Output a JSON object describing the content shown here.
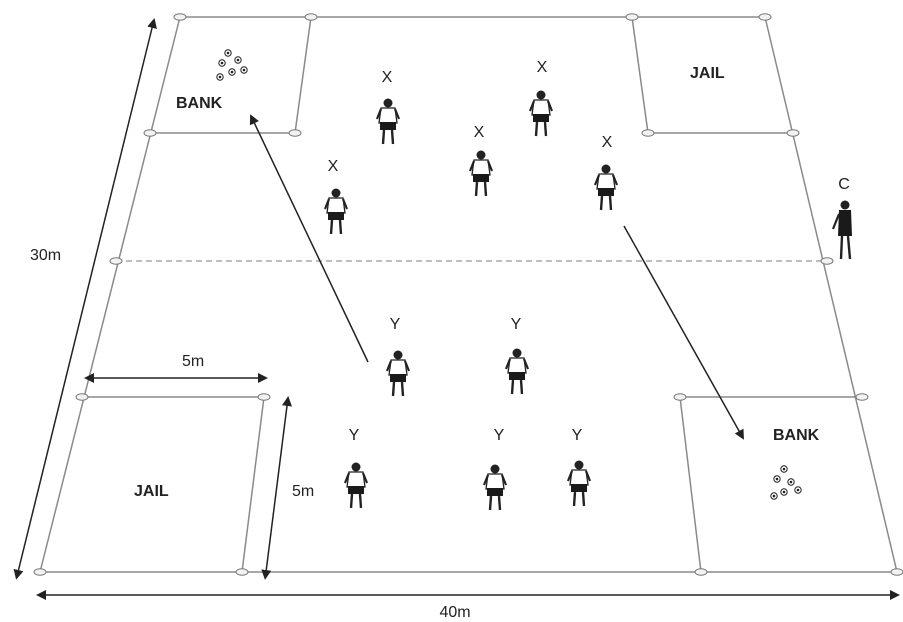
{
  "zones": {
    "bank_top_left": "BANK",
    "jail_top_right": "JAIL",
    "jail_bottom_left": "JAIL",
    "bank_bottom_right": "BANK"
  },
  "dimensions": {
    "length": "30m",
    "width": "40m",
    "zone_width": "5m",
    "zone_depth": "5m"
  },
  "teams": {
    "x_label": "X",
    "y_label": "Y",
    "coach_label": "C"
  },
  "colors": {
    "lines": "#8a8a8a",
    "text": "#222222",
    "player_dark": "#1a1a1a"
  }
}
